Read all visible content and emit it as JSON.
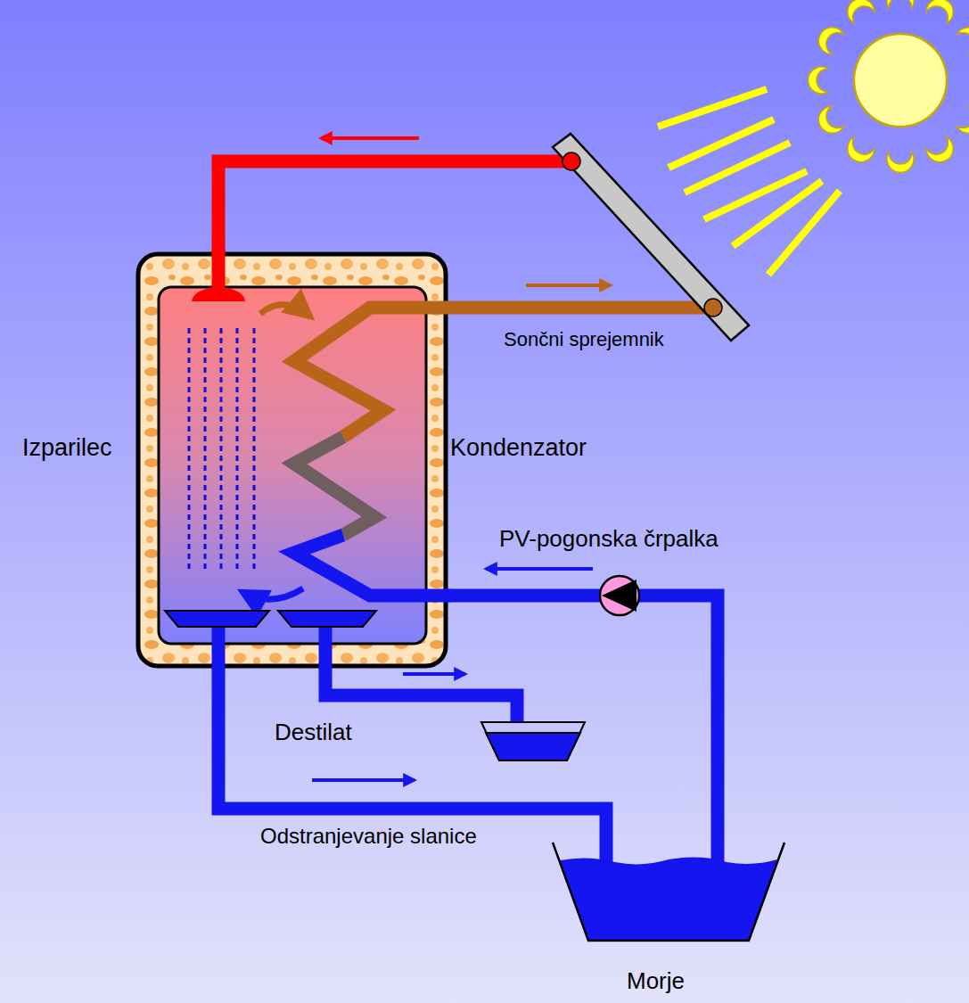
{
  "diagram": {
    "nodes": [
      {
        "text": [
          "Sončni sprejemnik"
        ]
      },
      {
        "text": [
          "Izparilec",
          "Kondenzator"
        ]
      },
      {
        "text": [
          "Morje"
        ]
      }
    ],
    "edges": [
      {
        "from": 1,
        "to": 0,
        "arrow": "to"
      },
      {
        "from": 0,
        "to": 1,
        "arrow": "to"
      },
      {
        "from": 2,
        "to": 1,
        "arrow": "to",
        "label": "PV-pogonska črpalka"
      },
      {
        "from": 1,
        "to": 2,
        "arrow": "to",
        "label": "Odstranjevanje slanice"
      }
    ],
    "labels": [
      "Destilat"
    ]
  }
}
